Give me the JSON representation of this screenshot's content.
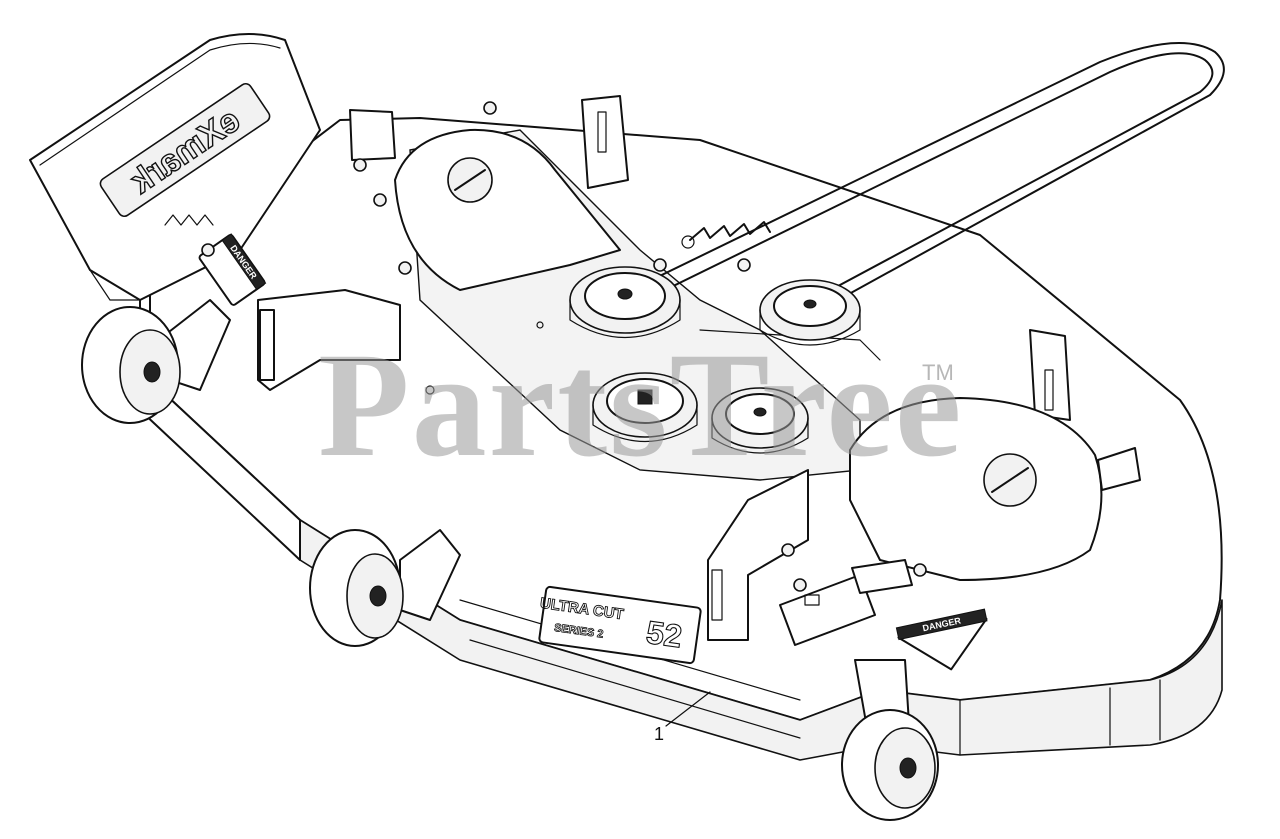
{
  "diagram": {
    "callouts": [
      {
        "label": "1"
      }
    ],
    "watermark": {
      "text": "PartsTree",
      "trademark": "TM"
    },
    "brand_logo": "eXmark",
    "deck_badge": {
      "line1": "ULTRA CUT",
      "line2": "SERIES 2",
      "size": "52"
    },
    "decals": {
      "danger_left": "DANGER",
      "danger_right": "DANGER"
    }
  }
}
